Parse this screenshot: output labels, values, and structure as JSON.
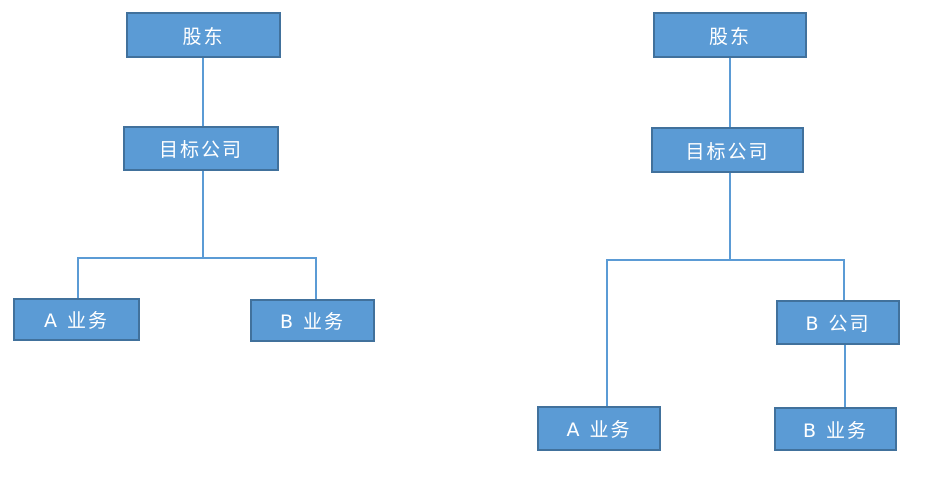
{
  "colors": {
    "node_fill": "#5B9BD5",
    "node_border": "#41719C",
    "connector": "#5B9BD5",
    "text": "#FFFFFF",
    "background": "#FFFFFF"
  },
  "diagrams": {
    "left": {
      "nodes": {
        "shareholder": {
          "label": "股东"
        },
        "target_company": {
          "label": "目标公司"
        },
        "business_a": {
          "label": "A 业务"
        },
        "business_b": {
          "label": "B 业务"
        }
      },
      "edges": [
        "shareholder -> target_company",
        "target_company -> business_a",
        "target_company -> business_b"
      ]
    },
    "right": {
      "nodes": {
        "shareholder": {
          "label": "股东"
        },
        "target_company": {
          "label": "目标公司"
        },
        "company_b": {
          "label": "B 公司"
        },
        "business_a": {
          "label": "A 业务"
        },
        "business_b": {
          "label": "B 业务"
        }
      },
      "edges": [
        "shareholder -> target_company",
        "target_company -> business_a",
        "target_company -> company_b",
        "company_b -> business_b"
      ]
    }
  }
}
